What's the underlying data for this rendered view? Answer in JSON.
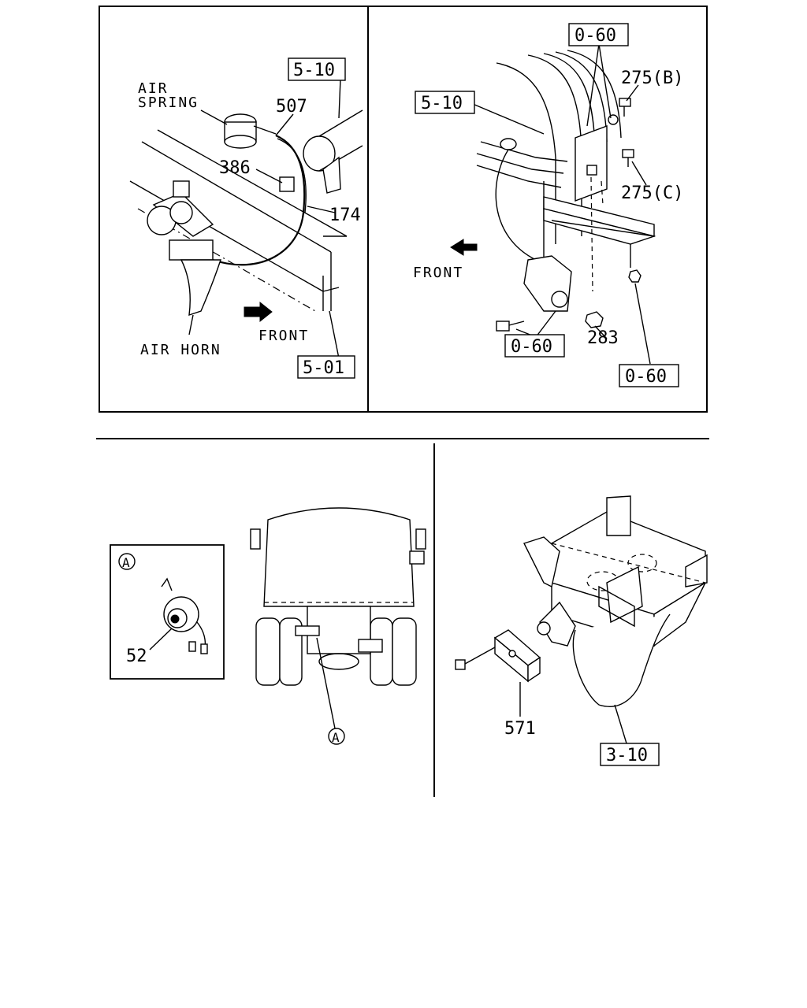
{
  "panel_top_left": {
    "callouts": {
      "air_spring_line1": "AIR",
      "air_spring_line2": "SPRING",
      "air_horn": "AIR HORN",
      "front": "FRONT",
      "ref_507": "507",
      "ref_386": "386",
      "ref_174": "174",
      "box_5_10": "5-10",
      "box_5_01": "5-01"
    }
  },
  "panel_top_right": {
    "callouts": {
      "box_0_60_top": "0-60",
      "box_5_10": "5-10",
      "ref_275b": "275(B)",
      "ref_275c": "275(C)",
      "front": "FRONT",
      "ref_283": "283",
      "box_0_60_bottom_left": "0-60",
      "box_0_60_bottom_right": "0-60"
    }
  },
  "panel_bottom_left": {
    "callouts": {
      "detail_marker": "A",
      "ref_52": "52",
      "view_marker": "A"
    }
  },
  "panel_bottom_right": {
    "callouts": {
      "ref_571": "571",
      "box_3_10": "3-10"
    }
  }
}
